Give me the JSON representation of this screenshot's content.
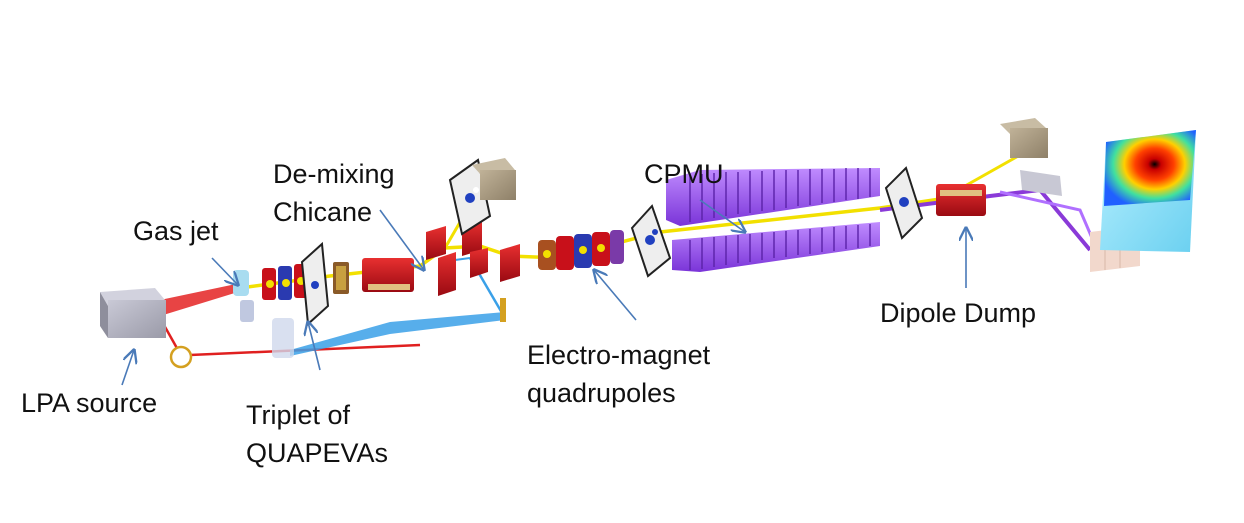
{
  "labels": {
    "gas_jet": "Gas jet",
    "demixing_l1": "De-mixing",
    "demixing_l2": "Chicane",
    "cpmu": "CPMU",
    "lpa_source": "LPA source",
    "triplet_l1": "Triplet of",
    "triplet_l2": "QUAPEVAs",
    "electro_l1": "Electro-magnet",
    "electro_l2": "quadrupoles",
    "dipole_dump": "Dipole Dump"
  },
  "colors": {
    "label_text": "#111111",
    "arrow": "#4a7ab8",
    "laser_beam": "#e02020",
    "electron_beam": "#f2e000",
    "probe_beam": "#3aa0e8",
    "photon_beam": "#8a3ad8",
    "magnet_red": "#c8101a",
    "undulator_purple": "#9a55e8",
    "quad_blue": "#2a3ab0",
    "box_gray": "#a9a9b6",
    "box_tan": "#a89a80"
  }
}
